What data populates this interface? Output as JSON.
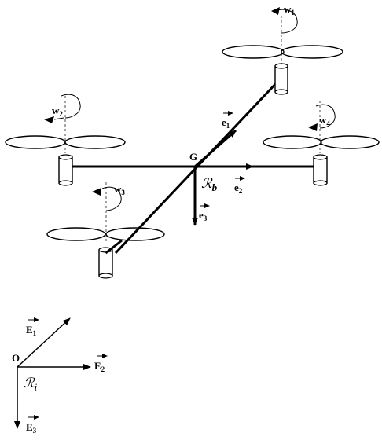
{
  "center_point": {
    "name": "G"
  },
  "body_frame": {
    "symbol": "ℛ",
    "subscript": "b",
    "axes": [
      {
        "base": "e",
        "sub": "1"
      },
      {
        "base": "e",
        "sub": "2"
      },
      {
        "base": "e",
        "sub": "3"
      }
    ]
  },
  "inertial_frame": {
    "origin": "O",
    "symbol": "ℛ",
    "subscript": "i",
    "axes": [
      {
        "base": "E",
        "sub": "1"
      },
      {
        "base": "E",
        "sub": "2"
      },
      {
        "base": "E",
        "sub": "3"
      }
    ]
  },
  "rotors": [
    {
      "base": "w",
      "sub": "1"
    },
    {
      "base": "w",
      "sub": "2"
    },
    {
      "base": "w",
      "sub": "3"
    },
    {
      "base": "w",
      "sub": "4"
    }
  ]
}
